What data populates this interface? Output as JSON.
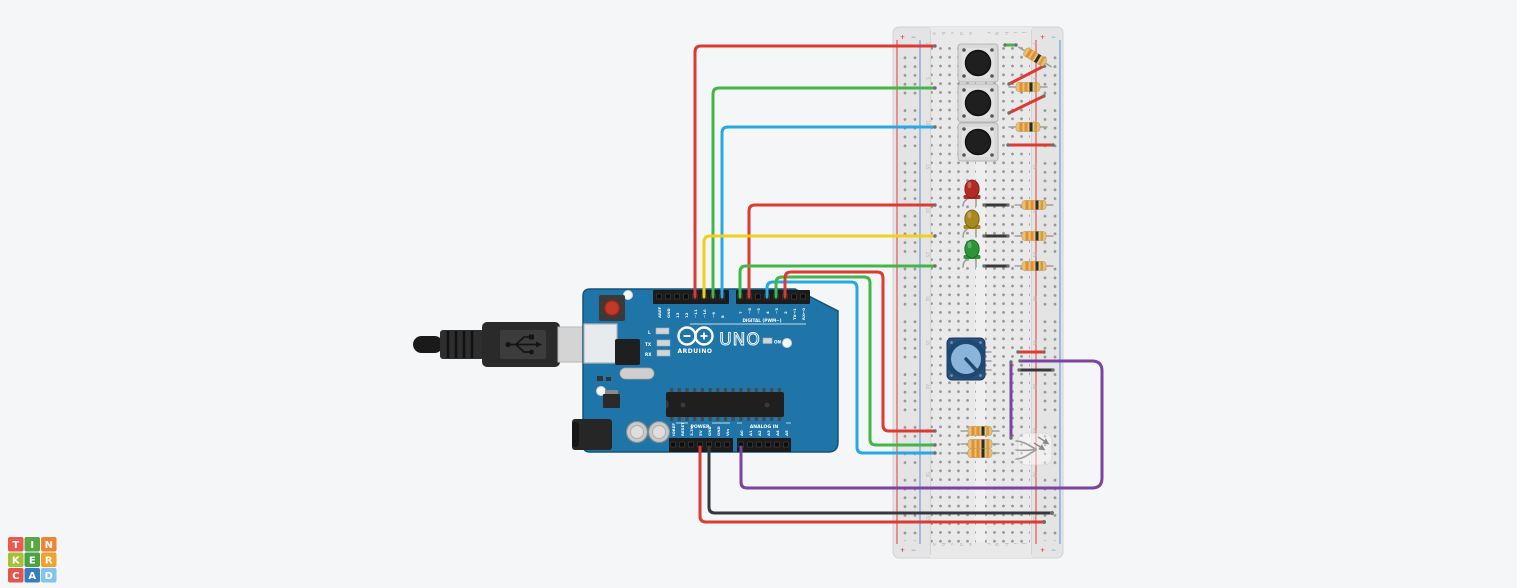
{
  "arduino": {
    "brand": "ARDUINO",
    "model": "UNO",
    "digital_label": "DIGITAL (PWM~)",
    "power_label": "POWER",
    "analog_label": "ANALOG IN",
    "led_l": "L",
    "led_tx": "TX",
    "led_rx": "RX",
    "led_on": "ON",
    "digital_pins": [
      "AREF",
      "GND",
      "13",
      "12",
      "~11",
      "~10",
      "~9",
      "8",
      "7",
      "~6",
      "~5",
      "4",
      "~3",
      "2",
      "TX→1",
      "RX←0"
    ],
    "power_pins": [
      "IOREF",
      "RESET",
      "3.3V",
      "5V",
      "GND",
      "GND",
      "Vin"
    ],
    "analog_pins": [
      "A0",
      "A1",
      "A2",
      "A3",
      "A4",
      "A5"
    ]
  },
  "breadboard": {
    "column_letters": [
      "a",
      "b",
      "c",
      "d",
      "e",
      "f",
      "g",
      "h",
      "i",
      "j"
    ],
    "row_numbers": [
      "1",
      "5",
      "10",
      "15",
      "20",
      "25",
      "30",
      "35",
      "40",
      "45",
      "50",
      "55"
    ],
    "plus": "+",
    "minus": "−"
  },
  "logo": {
    "tiles": [
      {
        "ch": "T",
        "color": "#ea594e"
      },
      {
        "ch": "I",
        "color": "#5aa746"
      },
      {
        "ch": "N",
        "color": "#ee8434"
      },
      {
        "ch": "K",
        "color": "#a8bf38"
      },
      {
        "ch": "E",
        "color": "#4ba147"
      },
      {
        "ch": "R",
        "color": "#f0a22e"
      },
      {
        "ch": "C",
        "color": "#e2574d"
      },
      {
        "ch": "A",
        "color": "#3a7dbf"
      },
      {
        "ch": "D",
        "color": "#82c5e9"
      }
    ]
  },
  "colors": {
    "bg": "#f4f6f8",
    "wire_red": "#dd3b32",
    "wire_green": "#43b649",
    "wire_blue": "#28a8e0",
    "wire_yellow": "#f2cf1c",
    "wire_black": "#36393b",
    "wire_purple": "#7c43a1",
    "board_blue": "#1f74a8",
    "board_edge": "#14537a",
    "breadboard_body": "#e4e4e4",
    "rail_red": "#e05a52",
    "rail_blue": "#6f9fd8",
    "resistor_body": "#e7c07c",
    "band_orange": "#e0912f",
    "band_black": "#2b2b2b",
    "band_gold": "#cf9f3f",
    "led_red": "#b02c24",
    "led_yellow": "#a8891f",
    "led_green": "#2e9438",
    "pot_body": "#274f79",
    "pot_ring": "#1d4872",
    "pot_knob": "#8ab4da",
    "button_body": "#d9d9d9"
  }
}
